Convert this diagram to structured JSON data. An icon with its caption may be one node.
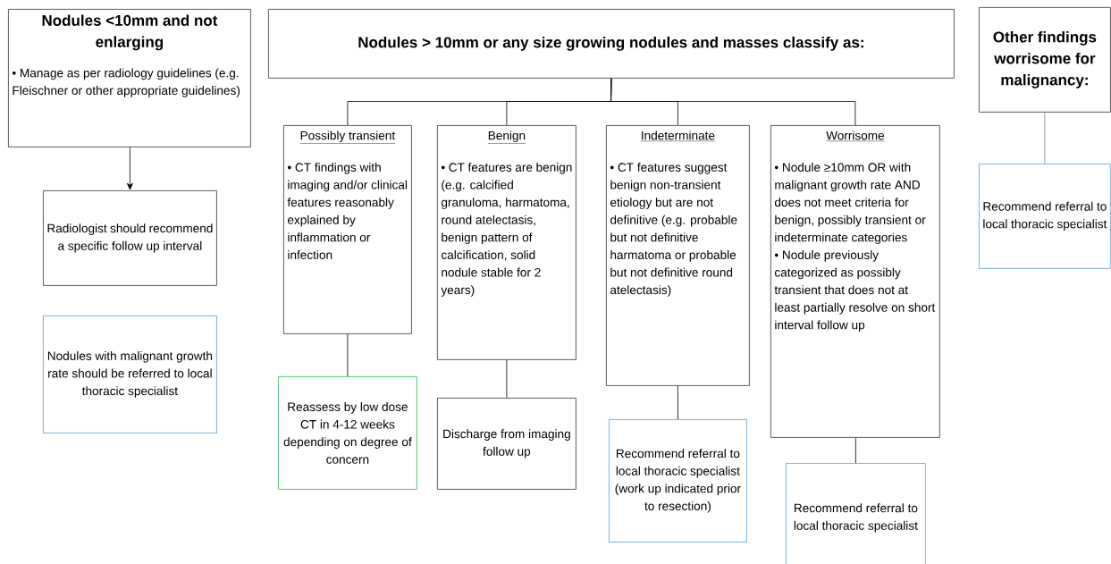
{
  "diagram": {
    "nodes": [
      {
        "text": [
          "Nodules <10mm and not enlarging",
          "• Manage as per radiology guidelines (e.g. Fleischner or other appropriate guidelines)"
        ]
      },
      {
        "text": [
          "Radiologist should recommend a specific follow up interval"
        ]
      },
      {
        "text": [
          "Nodules with malignant growth rate should be referred to local thoracic specialist"
        ]
      },
      {
        "text": [
          "Nodules > 10mm or any size growing nodules and masses classify as:"
        ]
      },
      {
        "text": [
          "Possibly transient",
          "• CT findings with imaging and/or clinical features reasonably explained by inflammation or infection"
        ]
      },
      {
        "text": [
          "Benign",
          "• CT features are benign (e.g. calcified granuloma, harmatoma, round atelectasis, benign pattern of calcification, solid nodule stable for 2 years)"
        ]
      },
      {
        "text": [
          "Indeterminate",
          "• CT features suggest benign non-transient etiology but are not definitive (e.g. probable but not definitive harmatoma or probable but not definitive round atelectasis)"
        ]
      },
      {
        "text": [
          "Worrisome",
          "• Nodule ≥10mm OR with malignant growth rate AND does not meet criteria for benign, possibly transient or indeterminate categories",
          "• Nodule previously categorized as possibly transient that does not at least partially resolve on short interval follow up"
        ]
      },
      {
        "text": [
          "Reassess by low dose CT in 4-12 weeks depending on degree of concern"
        ]
      },
      {
        "text": [
          "Discharge from imaging follow up"
        ]
      },
      {
        "text": [
          "Recommend referral to local thoracic specialist (work up indicated prior to resection)"
        ]
      },
      {
        "text": [
          "Recommend referral to local thoracic specialist"
        ]
      },
      {
        "text": [
          "Other findings worrisome for malignancy:"
        ]
      },
      {
        "text": [
          "Recommend referral to local thoracic specialist"
        ]
      }
    ],
    "edges": [
      {
        "from": 0,
        "to": 1,
        "arrow": "to"
      },
      {
        "from": 3,
        "to": 4,
        "arrow": "none"
      },
      {
        "from": 3,
        "to": 5,
        "arrow": "none"
      },
      {
        "from": 3,
        "to": 6,
        "arrow": "none"
      },
      {
        "from": 3,
        "to": 7,
        "arrow": "none"
      },
      {
        "from": 4,
        "to": 8,
        "arrow": "none"
      },
      {
        "from": 5,
        "to": 9,
        "arrow": "none"
      },
      {
        "from": 6,
        "to": 10,
        "arrow": "none"
      },
      {
        "from": 7,
        "to": 11,
        "arrow": "none"
      },
      {
        "from": 12,
        "to": 13,
        "arrow": "none",
        "color": "#808080"
      }
    ]
  }
}
